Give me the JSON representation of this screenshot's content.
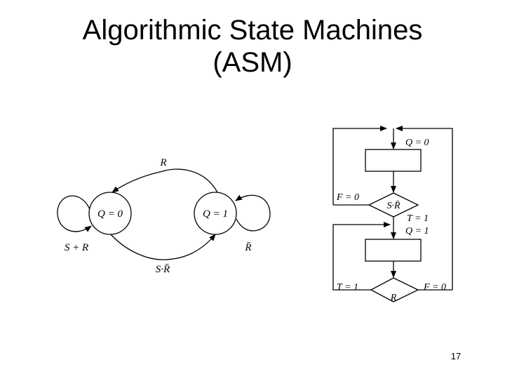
{
  "slide": {
    "title_line1": "Algorithmic State Machines",
    "title_line2": "(ASM)",
    "page_number": "17"
  },
  "state_diagram": {
    "state_q0": "Q = 0",
    "state_q1": "Q = 1",
    "top_arc_label": "R",
    "bottom_arc_label": "S·R̄",
    "left_loop_label": "S + R",
    "right_loop_label": "R̄"
  },
  "asm_chart": {
    "entry_label": "Q = 0",
    "decision1_label": "S·R̄",
    "decision1_false_label": "F = 0",
    "decision1_true_label": "T = 1",
    "second_state_label": "Q = 1",
    "decision2_label": "R",
    "decision2_true_label": "T = 1",
    "decision2_false_label": "F = 0"
  }
}
